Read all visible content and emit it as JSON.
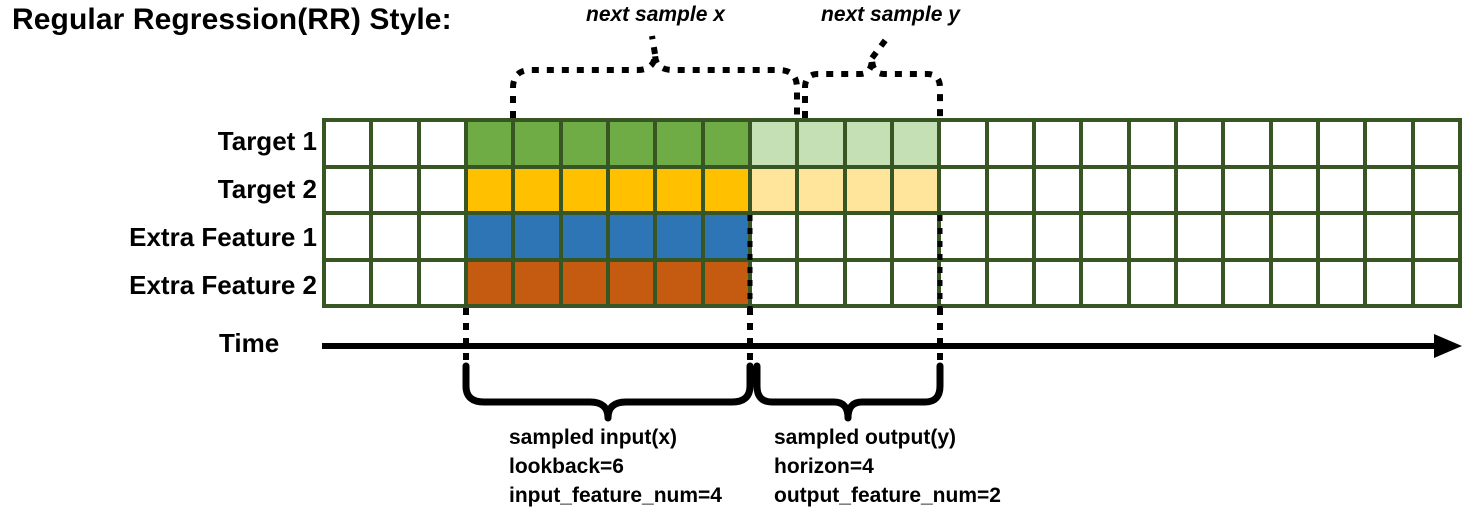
{
  "title": "Regular Regression(RR) Style:",
  "row_labels": [
    "Target 1",
    "Target 2",
    "Extra Feature 1",
    "Extra Feature 2"
  ],
  "time_axis_label": "Time",
  "top_captions": {
    "input_brace": "next sample x",
    "output_brace": "next sample y"
  },
  "bottom_captions": {
    "input": {
      "line1": "sampled input(x)",
      "line2": "lookback=6",
      "line3": "input_feature_num=4"
    },
    "output": {
      "line1": "sampled output(y)",
      "line2": "horizon=4",
      "line3": "output_feature_num=2"
    }
  },
  "colors": {
    "grid_border": "#375623",
    "target1": "#6FAC46",
    "target1_faded": "#C5E0B4",
    "target2": "#FFC000",
    "target2_faded": "#FFE49B",
    "extra1": "#2E75B6",
    "extra2": "#C55A11",
    "empty": "#FFFFFF",
    "line": "#000000"
  },
  "chart_data": {
    "type": "heatmap",
    "title": "Regular Regression(RR) Style:",
    "columns": 24,
    "rows": 4,
    "row_names": [
      "Target 1",
      "Target 2",
      "Extra Feature 1",
      "Extra Feature 2"
    ],
    "lookback": 6,
    "horizon": 4,
    "input_feature_num": 4,
    "output_feature_num": 2,
    "input_start_col": 4,
    "input_end_col": 9,
    "output_start_col": 10,
    "output_end_col": 13,
    "cell_fills": [
      [
        "empty",
        "empty",
        "empty",
        "target1",
        "target1",
        "target1",
        "target1",
        "target1",
        "target1",
        "target1_faded",
        "target1_faded",
        "target1_faded",
        "target1_faded",
        "empty",
        "empty",
        "empty",
        "empty",
        "empty",
        "empty",
        "empty",
        "empty",
        "empty",
        "empty",
        "empty"
      ],
      [
        "empty",
        "empty",
        "empty",
        "target2",
        "target2",
        "target2",
        "target2",
        "target2",
        "target2",
        "target2_faded",
        "target2_faded",
        "target2_faded",
        "target2_faded",
        "empty",
        "empty",
        "empty",
        "empty",
        "empty",
        "empty",
        "empty",
        "empty",
        "empty",
        "empty",
        "empty"
      ],
      [
        "empty",
        "empty",
        "empty",
        "extra1",
        "extra1",
        "extra1",
        "extra1",
        "extra1",
        "extra1",
        "empty",
        "empty",
        "empty",
        "empty",
        "empty",
        "empty",
        "empty",
        "empty",
        "empty",
        "empty",
        "empty",
        "empty",
        "empty",
        "empty",
        "empty"
      ],
      [
        "empty",
        "empty",
        "empty",
        "extra2",
        "extra2",
        "extra2",
        "extra2",
        "extra2",
        "extra2",
        "empty",
        "empty",
        "empty",
        "empty",
        "empty",
        "empty",
        "empty",
        "empty",
        "empty",
        "empty",
        "empty",
        "empty",
        "empty",
        "empty",
        "empty"
      ]
    ]
  }
}
